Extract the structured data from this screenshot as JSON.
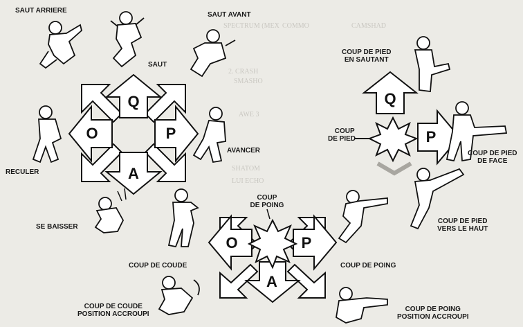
{
  "background_text": {
    "col1": "CAMSHAD",
    "col2": "SPECTRUM (MEX",
    "col3": "COMMO",
    "row1": "2. CRASH",
    "row2": "SMASHO",
    "row3": "AWE 3",
    "row4": "SHATOM",
    "row5": "LUI ECHO"
  },
  "keys": {
    "left_cluster": {
      "up": "Q",
      "left": "O",
      "right": "P",
      "down": "A"
    },
    "bottom_cluster": {
      "left": "O",
      "right": "P",
      "down": "A"
    },
    "right_cluster": {
      "up": "Q",
      "right": "P"
    }
  },
  "labels": {
    "saut_arriere": "SAUT ARRIERE",
    "saut_avant": "SAUT AVANT",
    "saut": "SAUT",
    "reculer": "RECULER",
    "avancer": "AVANCER",
    "se_baisser": "SE BAISSER",
    "coup_de_coude": "COUP DE COUDE",
    "coup_de_coude_accroupi_1": "COUP DE COUDE",
    "coup_de_coude_accroupi_2": "POSITION ACCROUPI",
    "coup_de_poing_1": "COUP",
    "coup_de_poing_2": "DE POING",
    "coup_de_poing_side": "COUP DE POING",
    "coup_de_poing_accroupi_1": "COUP DE POING",
    "coup_de_poing_accroupi_2": "POSITION ACCROUPI",
    "coup_pied_sautant_1": "COUP DE PIED",
    "coup_pied_sautant_2": "EN SAUTANT",
    "coup_de_pied_1": "COUP",
    "coup_de_pied_2": "DE PIED –",
    "coup_pied_face_1": "COUP DE PIED",
    "coup_pied_face_2": "DE FACE",
    "coup_pied_haut_1": "COUP DE PIED",
    "coup_pied_haut_2": "VERS LE HAUT"
  }
}
